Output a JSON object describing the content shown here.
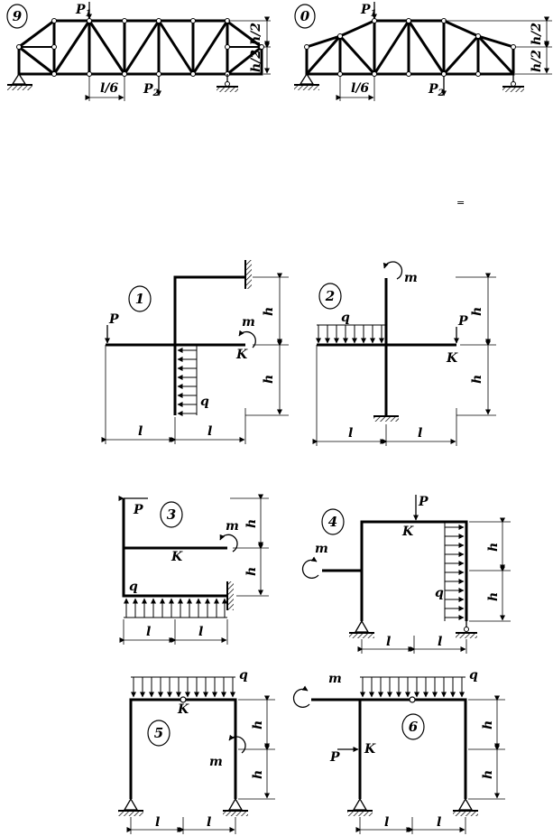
{
  "truss_9": {
    "number": "9",
    "P1": "P",
    "P1_sub": "1",
    "P2": "P",
    "P2_sub": "2",
    "panel": "l/6",
    "h_top": "h/2",
    "h_bottom": "h/2"
  },
  "truss_0": {
    "number": "0",
    "P1": "P",
    "P1_sub": "1",
    "P2": "P",
    "P2_sub": "2",
    "panel": "l/6",
    "h_top": "h/2",
    "h_bottom": "h/2"
  },
  "stray_mark": "=",
  "frame_1": {
    "number": "1",
    "P": "P",
    "m": "m",
    "K": "K",
    "q": "q",
    "h1": "h",
    "h2": "h",
    "l1": "l",
    "l2": "l"
  },
  "frame_2": {
    "number": "2",
    "P": "P",
    "m": "m",
    "K": "K",
    "q": "q",
    "h1": "h",
    "h2": "h",
    "l1": "l",
    "l2": "l"
  },
  "frame_3": {
    "number": "3",
    "P": "P",
    "m": "m",
    "K": "K",
    "q": "q",
    "h1": "h",
    "h2": "h",
    "l1": "l",
    "l2": "l"
  },
  "frame_4": {
    "number": "4",
    "P": "P",
    "m": "m",
    "K": "K",
    "q": "q",
    "h1": "h",
    "h2": "h",
    "l1": "l",
    "l2": "l"
  },
  "frame_5": {
    "number": "5",
    "m": "m",
    "K": "K",
    "q": "q",
    "h1": "h",
    "h2": "h",
    "l1": "l",
    "l2": "l"
  },
  "frame_6": {
    "number": "6",
    "P": "P",
    "m": "m",
    "K": "K",
    "q": "q",
    "h1": "h",
    "h2": "h",
    "l1": "l",
    "l2": "l"
  }
}
